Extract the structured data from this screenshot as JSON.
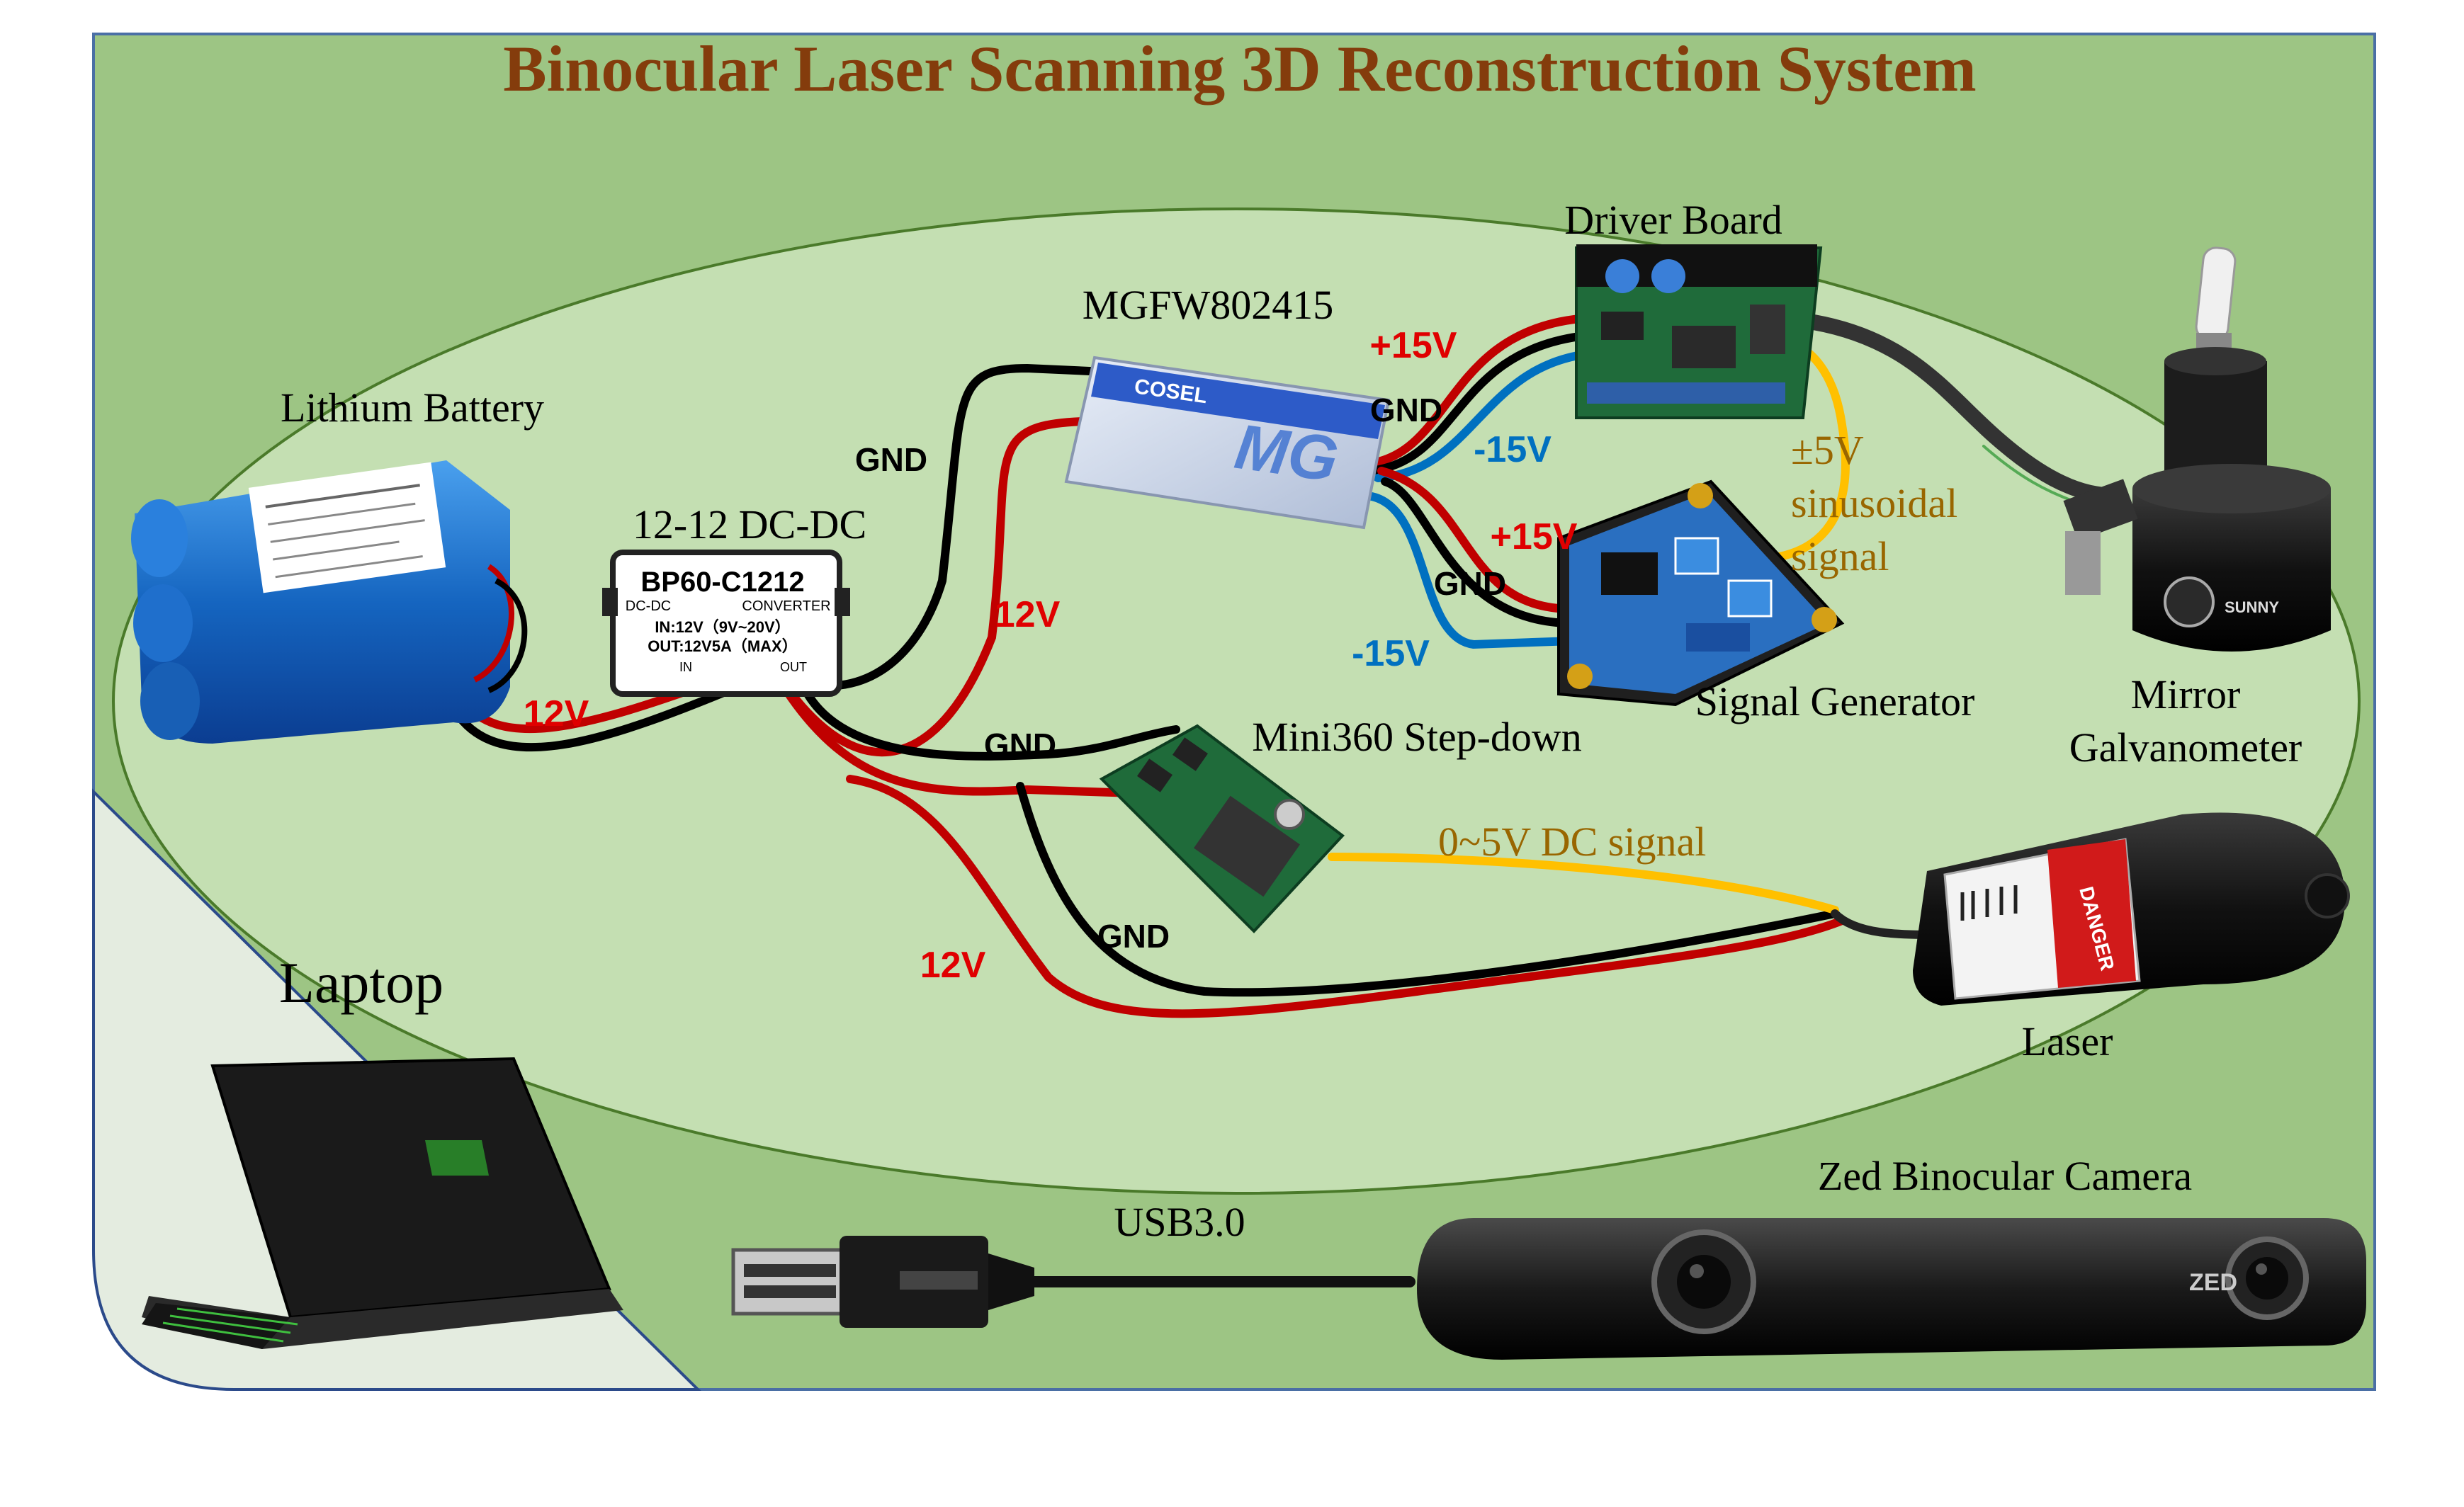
{
  "title": "Binocular Laser Scanning 3D Reconstruction System",
  "colors": {
    "panel_bg": "#9dc584",
    "ellipse_bg": "#c4dfb2",
    "title": "#843c0c",
    "wire_red": "#c00000",
    "wire_black": "#000000",
    "wire_blue": "#0070c0",
    "wire_yellow": "#ffc000",
    "signal_text": "#996600",
    "label_red": "#e00000",
    "label_blue": "#0070c0"
  },
  "components": {
    "battery": "Lithium Battery",
    "dcdc": "12-12 DC-DC",
    "dcdc_model": "BP60-C1212",
    "dcdc_type": "DC-DC",
    "dcdc_converter": "CONVERTER",
    "dcdc_in": "IN:12V（9V~20V）",
    "dcdc_out": "OUT:12V5A（MAX）",
    "dcdc_in_port": "IN",
    "dcdc_out_port": "OUT",
    "mgfw": "MGFW802415",
    "mgfw_brand": "COSEL",
    "mgfw_logo": "MG",
    "driver": "Driver Board",
    "siggen": "Signal Generator",
    "mini360": "Mini360 Step-down",
    "mirror_line1": "Mirror",
    "mirror_line2": "Galvanometer",
    "mirror_brand": "SUNNY",
    "laser": "Laser",
    "laser_sticker": "DANGER",
    "camera": "Zed Binocular Camera",
    "camera_logo": "ZED",
    "laptop": "Laptop",
    "usb": "USB3.0"
  },
  "wire_labels": {
    "v12_battery": "12V",
    "v12_mid": "12V",
    "v12_bottom": "12V",
    "gnd_top": "GND",
    "gnd_mgfw": "GND",
    "gnd_siggen": "GND",
    "gnd_mini": "GND",
    "gnd_bottom": "GND",
    "p15_driver": "+15V",
    "n15_driver": "-15V",
    "p15_siggen": "+15V",
    "n15_siggen": "-15V"
  },
  "signals": {
    "sine_line1": "±5V",
    "sine_line2": "sinusoidal",
    "sine_line3": "signal",
    "dc_signal": "0~5V DC signal"
  }
}
